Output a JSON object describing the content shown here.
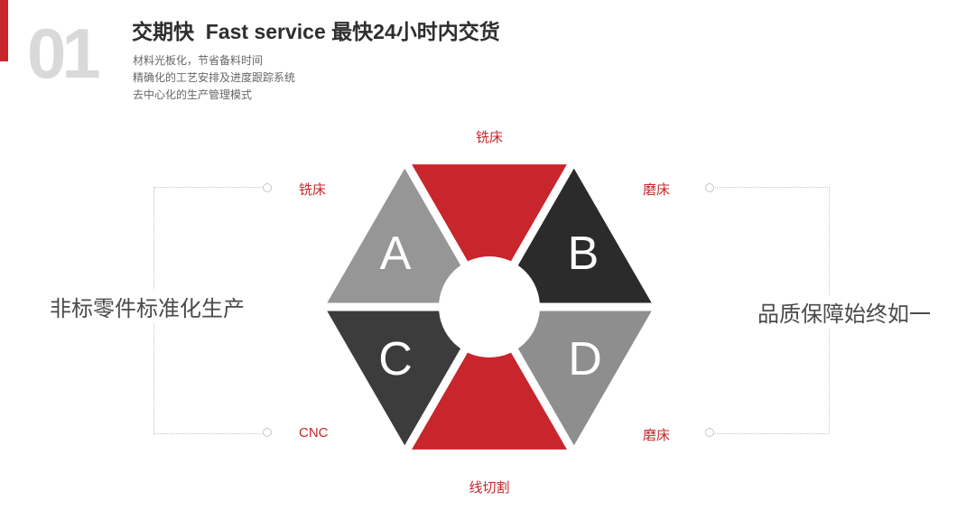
{
  "colors": {
    "accent": "#c9252c",
    "number": "#d9d9d9",
    "title-text": "#2e2e2e",
    "bullet-text": "#666666",
    "caption-text": "#4a4a4a",
    "connector": "#c6c6c6",
    "letter-text": "#ffffff"
  },
  "header": {
    "number": "01",
    "title": "交期快  Fast service 最快24小时内交货",
    "bullets": [
      "材料光板化，节省备料时间",
      "精确化的工艺安排及进度跟踪系统",
      "去中心化的生产管理模式"
    ]
  },
  "diagram": {
    "segments": [
      {
        "position": "top",
        "machine": "铣床",
        "letter": "",
        "color": "#c9252c"
      },
      {
        "position": "upper-left",
        "machine": "铣床",
        "letter": "A",
        "color": "#969696"
      },
      {
        "position": "upper-right",
        "machine": "磨床",
        "letter": "B",
        "color": "#2b2b2b"
      },
      {
        "position": "lower-left",
        "machine": "CNC",
        "letter": "C",
        "color": "#3c3c3c"
      },
      {
        "position": "lower-right",
        "machine": "磨床",
        "letter": "D",
        "color": "#8e8e8e"
      },
      {
        "position": "bottom",
        "machine": "线切割",
        "letter": "",
        "color": "#c9252c"
      }
    ],
    "left_caption": "非标零件标准化生产",
    "right_caption": "品质保障始终如一"
  }
}
